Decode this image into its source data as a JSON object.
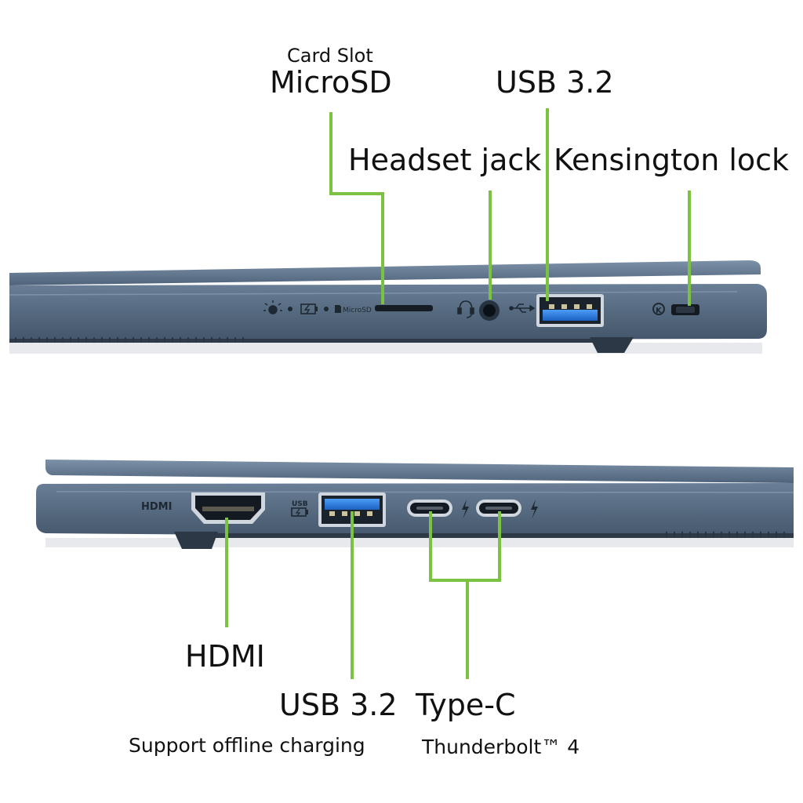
{
  "colors": {
    "callout_line": "#7cc242",
    "laptop_body": "#5b6f87",
    "laptop_dark": "#3b4a5c",
    "usb_blue": "#2f7fe0",
    "background": "#ffffff"
  },
  "top_view": {
    "labels": {
      "microsd_caption": "Card Slot",
      "microsd": "MicroSD",
      "usb": "USB 3.2",
      "headset": "Headset jack",
      "kensington": "Kensington lock"
    },
    "engraved": {
      "microsd_mark": "MicroSD"
    },
    "icons": [
      "light-icon",
      "battery-charging-icon",
      "sd-card-icon",
      "headset-icon",
      "usb-icon",
      "kensington-icon"
    ]
  },
  "bottom_view": {
    "labels": {
      "hdmi": "HDMI",
      "usb": "USB 3.2",
      "usb_caption": "Support offline charging",
      "typec": "Type-C",
      "typec_caption": "Thunderbolt™ 4"
    },
    "engraved": {
      "hdmi_logo": "HDMI",
      "usb_mark": "USB"
    },
    "icons": [
      "usb-battery-icon",
      "thunderbolt-icon",
      "thunderbolt-icon"
    ]
  }
}
